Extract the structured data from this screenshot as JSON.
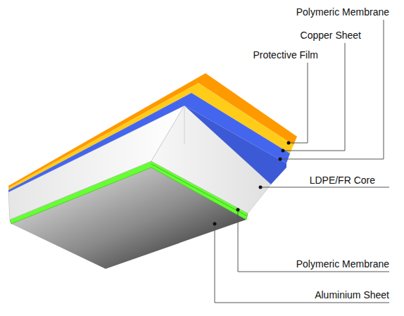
{
  "diagram": {
    "labels": [
      "Polymeric Membrane",
      "Copper Sheet",
      "Protective Film",
      "LDPE/FR Core",
      "Polymeric Membrane",
      "Aluminium Sheet"
    ]
  }
}
